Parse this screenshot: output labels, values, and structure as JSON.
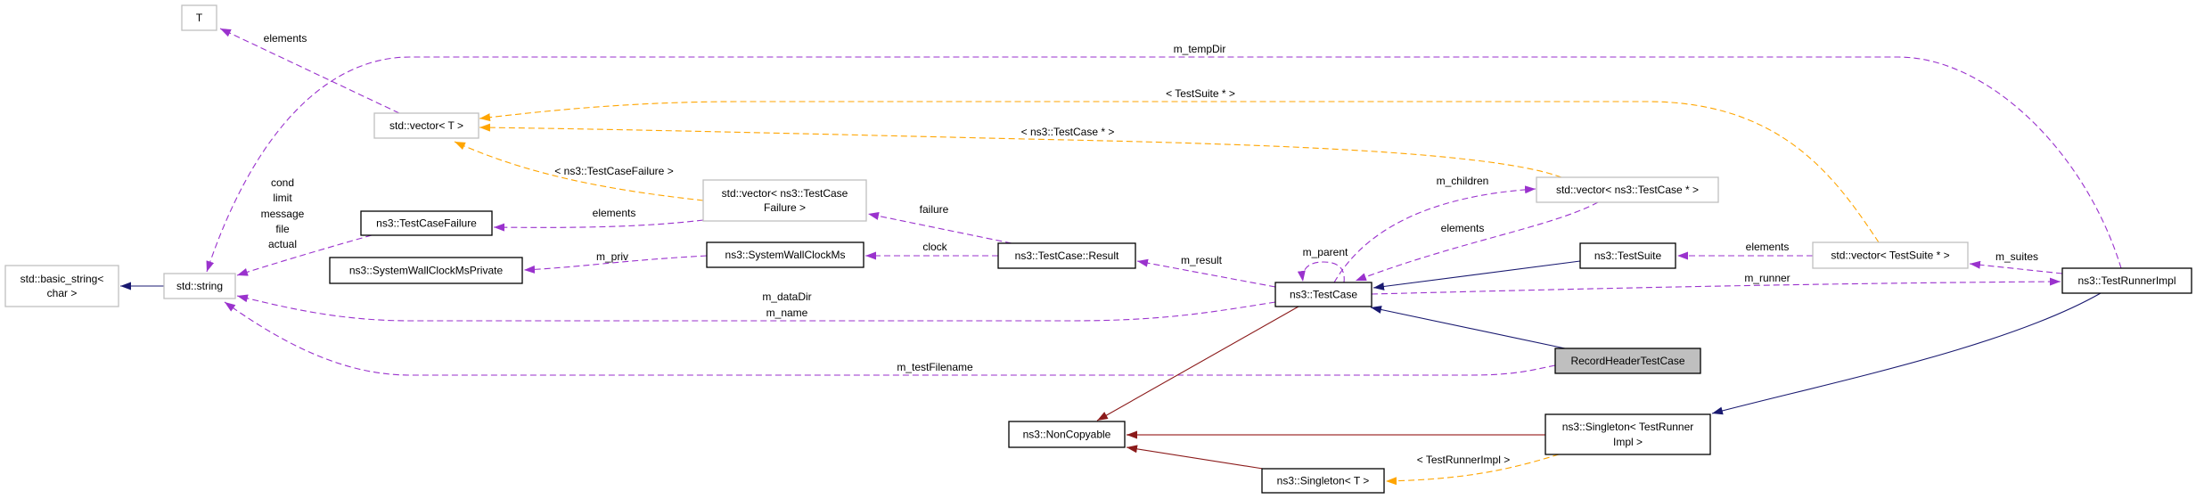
{
  "colors": {
    "usage": "#9a32cd",
    "inheritance": "#191970",
    "template": "#ffa500",
    "private_inheritance": "#8b1a1a",
    "highlight_fill": "#bfbfbf",
    "external_border": "#bfbfbf"
  },
  "nodes": {
    "t": {
      "lines": [
        "T"
      ]
    },
    "vector_t": {
      "lines": [
        "std::vector< T >"
      ]
    },
    "basic_string": {
      "lines": [
        "std::basic_string<",
        "char >"
      ]
    },
    "string": {
      "lines": [
        "std::string"
      ]
    },
    "test_case_failure": {
      "lines": [
        "ns3::TestCaseFailure"
      ]
    },
    "system_wall_clock_ms_private": {
      "lines": [
        "ns3::SystemWallClockMsPrivate"
      ]
    },
    "vector_test_case_failure": {
      "lines": [
        "std::vector< ns3::TestCase",
        "Failure >"
      ]
    },
    "system_wall_clock_ms": {
      "lines": [
        "ns3::SystemWallClockMs"
      ]
    },
    "test_case_result": {
      "lines": [
        "ns3::TestCase::Result"
      ]
    },
    "test_case": {
      "lines": [
        "ns3::TestCase"
      ]
    },
    "vector_test_case_ptr": {
      "lines": [
        "std::vector< ns3::TestCase * >"
      ]
    },
    "test_suite": {
      "lines": [
        "ns3::TestSuite"
      ]
    },
    "vector_test_suite_ptr": {
      "lines": [
        "std::vector< TestSuite * >"
      ]
    },
    "test_runner_impl": {
      "lines": [
        "ns3::TestRunnerImpl"
      ]
    },
    "record_header_test_case": {
      "lines": [
        "RecordHeaderTestCase"
      ]
    },
    "non_copyable": {
      "lines": [
        "ns3::NonCopyable"
      ]
    },
    "singleton_test_runner_impl": {
      "lines": [
        "ns3::Singleton< TestRunner",
        "Impl >"
      ]
    },
    "singleton_t": {
      "lines": [
        "ns3::Singleton< T >"
      ]
    }
  },
  "edges": {
    "vector_t_elements": {
      "labels": [
        "elements"
      ]
    },
    "temp_dir": {
      "labels": [
        "m_tempDir"
      ]
    },
    "test_suite_tmpl": {
      "labels": [
        "< TestSuite * >"
      ]
    },
    "test_case_tmpl": {
      "labels": [
        "< ns3::TestCase * >"
      ]
    },
    "test_case_failure_tmpl": {
      "labels": [
        "< ns3::TestCaseFailure >"
      ]
    },
    "failure_elements": {
      "labels": [
        "elements"
      ]
    },
    "failure": {
      "labels": [
        "failure"
      ]
    },
    "clock": {
      "labels": [
        "clock"
      ]
    },
    "priv": {
      "labels": [
        "m_priv"
      ]
    },
    "failure_strings": {
      "labels": [
        "cond",
        "limit",
        "message",
        "file",
        "actual"
      ]
    },
    "data_dir_name": {
      "labels": [
        "m_dataDir",
        "m_name"
      ]
    },
    "test_filename": {
      "labels": [
        "m_testFilename"
      ]
    },
    "result": {
      "labels": [
        "m_result"
      ]
    },
    "parent": {
      "labels": [
        "m_parent"
      ]
    },
    "children": {
      "labels": [
        "m_children"
      ]
    },
    "test_case_elements": {
      "labels": [
        "elements"
      ]
    },
    "runner": {
      "labels": [
        "m_runner"
      ]
    },
    "test_suite_elements": {
      "labels": [
        "elements"
      ]
    },
    "suites": {
      "labels": [
        "m_suites"
      ]
    },
    "singleton_tmpl": {
      "labels": [
        "< TestRunnerImpl >"
      ]
    }
  }
}
